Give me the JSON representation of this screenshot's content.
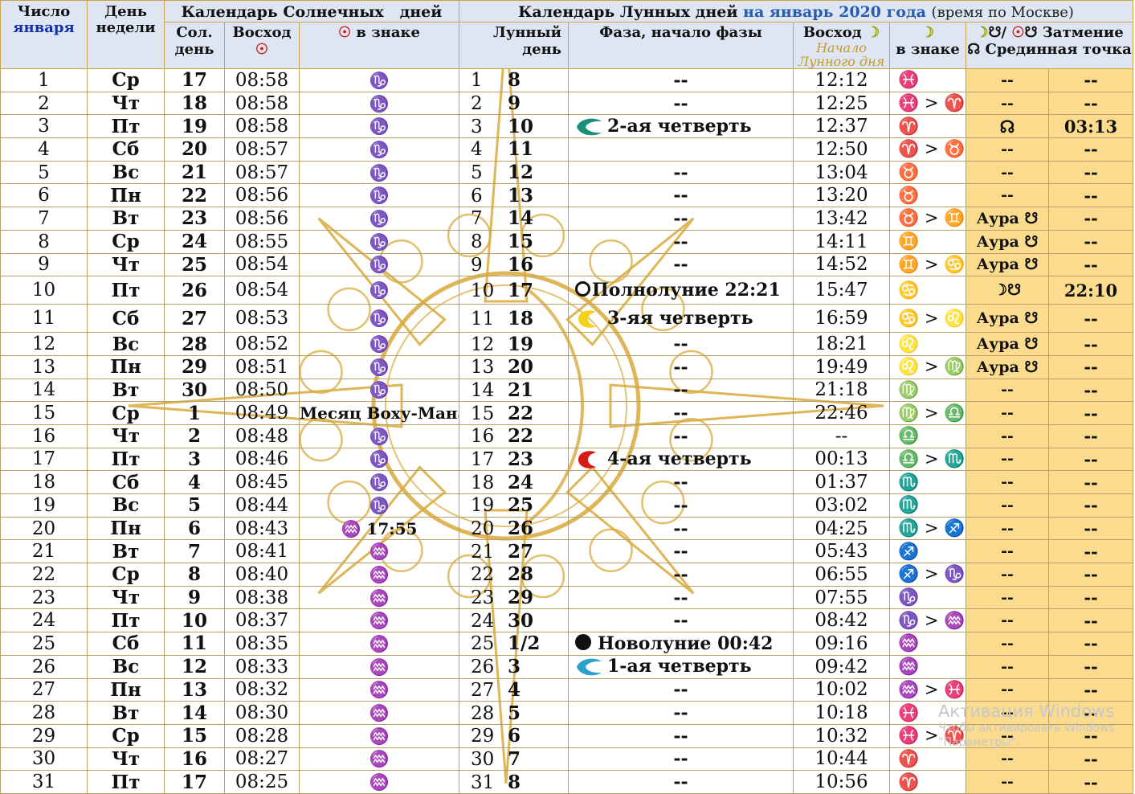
{
  "header": {
    "col_date": [
      "Число",
      "января"
    ],
    "col_weekday": [
      "День",
      "недели"
    ],
    "solar_title": "Календарь Солнечных   дней",
    "lunar_title": "Календарь Лунных дней",
    "lunar_title_month": "на январь 2020 года",
    "lunar_title_tz": "(время по Москве)",
    "col_sol_day": [
      "Сол.",
      "день"
    ],
    "col_sunrise": "Восход",
    "col_sun_sign": "в знаке",
    "col_lunar_day": [
      "Лунный",
      "день"
    ],
    "col_phase": "Фаза, начало фазы",
    "col_moonrise": "Восход",
    "col_moonrise_note": [
      "Начало",
      "Лунного дня"
    ],
    "col_moon_sign": "в знаке",
    "col_eclipse": "Затмение",
    "col_midpoint": "Срединная точка"
  },
  "rows": [
    {
      "d": "1",
      "w": "Ср",
      "s": "17",
      "sr": "08:58",
      "ss": "♑",
      "ld": "1",
      "l": "8",
      "ph": "--",
      "mr": "12:12",
      "ms": "♓",
      "e1": "--",
      "e2": "--"
    },
    {
      "d": "2",
      "w": "Чт",
      "s": "18",
      "sr": "08:58",
      "ss": "♑",
      "ld": "2",
      "l": "9",
      "ph": "--",
      "mr": "12:25",
      "ms": "♓ > ♈",
      "e1": "--",
      "e2": "--"
    },
    {
      "d": "3",
      "w": "Пт",
      "s": "19",
      "sr": "08:58",
      "ss": "♑",
      "ld": "3",
      "l": "10",
      "ph": "2-ая четверть",
      "phi": "q2",
      "mr": "12:37",
      "ms": "♈",
      "e1": "☊",
      "e2": "03:13"
    },
    {
      "d": "4",
      "w": "Сб",
      "s": "20",
      "sr": "08:57",
      "ss": "♑",
      "ld": "4",
      "l": "11",
      "ph": "",
      "mr": "12:50",
      "ms": "♈ > ♉",
      "e1": "--",
      "e2": "--"
    },
    {
      "d": "5",
      "w": "Вс",
      "s": "21",
      "sr": "08:57",
      "ss": "♑",
      "ld": "5",
      "l": "12",
      "ph": "--",
      "mr": "13:04",
      "ms": "♉",
      "e1": "--",
      "e2": "--"
    },
    {
      "d": "6",
      "w": "Пн",
      "s": "22",
      "sr": "08:56",
      "ss": "♑",
      "ld": "6",
      "l": "13",
      "ph": "--",
      "mr": "13:20",
      "ms": "♉",
      "e1": "--",
      "e2": "--"
    },
    {
      "d": "7",
      "w": "Вт",
      "s": "23",
      "sr": "08:56",
      "ss": "♑",
      "ld": "7",
      "l": "14",
      "ph": "--",
      "mr": "13:42",
      "ms": "♉ > ♊",
      "e1": "Аура ☋",
      "e2": "--"
    },
    {
      "d": "8",
      "w": "Ср",
      "s": "24",
      "sr": "08:55",
      "ss": "♑",
      "ld": "8",
      "l": "15",
      "ph": "--",
      "mr": "14:11",
      "ms": "♊",
      "e1": "Аура ☋",
      "e2": "--"
    },
    {
      "d": "9",
      "w": "Чт",
      "s": "25",
      "sr": "08:54",
      "ss": "♑",
      "ld": "9",
      "l": "16",
      "ph": "--",
      "mr": "14:52",
      "ms": "♊ > ♋",
      "e1": "Аура ☋",
      "e2": "--"
    },
    {
      "d": "10",
      "w": "Пт",
      "s": "26",
      "sr": "08:54",
      "ss": "♑",
      "ld": "10",
      "l": "17",
      "ph": "Полнолуние 22:21",
      "phi": "full",
      "mr": "15:47",
      "ms": "♋",
      "e1": "☽☋",
      "e2": "22:10"
    },
    {
      "d": "11",
      "w": "Сб",
      "s": "27",
      "sr": "08:53",
      "ss": "♑",
      "ld": "11",
      "l": "18",
      "ph": "3-яя четверть",
      "phi": "q3",
      "mr": "16:59",
      "ms": "♋ > ♌",
      "e1": "Аура ☋",
      "e2": "--"
    },
    {
      "d": "12",
      "w": "Вс",
      "s": "28",
      "sr": "08:52",
      "ss": "♑",
      "ld": "12",
      "l": "19",
      "ph": "--",
      "mr": "18:21",
      "ms": "♌",
      "e1": "Аура ☋",
      "e2": "--"
    },
    {
      "d": "13",
      "w": "Пн",
      "s": "29",
      "sr": "08:51",
      "ss": "♑",
      "ld": "13",
      "l": "20",
      "ph": "--",
      "mr": "19:49",
      "ms": "♌ > ♍",
      "e1": "Аура ☋",
      "e2": "--"
    },
    {
      "d": "14",
      "w": "Вт",
      "s": "30",
      "sr": "08:50",
      "ss": "♑",
      "ld": "14",
      "l": "21",
      "ph": "--",
      "mr": "21:18",
      "ms": "♍",
      "e1": "--",
      "e2": "--"
    },
    {
      "d": "15",
      "w": "Ср",
      "s": "1",
      "sr": "08:49",
      "ss": "Месяц Воху-Мана",
      "ld": "15",
      "l": "22",
      "ph": "--",
      "mr": "22:46",
      "ms": "♍ > ♎",
      "e1": "--",
      "e2": "--"
    },
    {
      "d": "16",
      "w": "Чт",
      "s": "2",
      "sr": "08:48",
      "ss": "♑",
      "ld": "16",
      "l": "22",
      "ph": "--",
      "mr": "--",
      "ms": "♎",
      "e1": "--",
      "e2": "--"
    },
    {
      "d": "17",
      "w": "Пт",
      "s": "3",
      "sr": "08:46",
      "ss": "♑",
      "ld": "17",
      "l": "23",
      "ph": "4-ая четверть",
      "phi": "q4",
      "mr": "00:13",
      "ms": "♎ > ♏",
      "e1": "--",
      "e2": "--"
    },
    {
      "d": "18",
      "w": "Сб",
      "s": "4",
      "sr": "08:45",
      "ss": "♑",
      "ld": "18",
      "l": "24",
      "ph": "--",
      "mr": "01:37",
      "ms": "♏",
      "e1": "--",
      "e2": "--"
    },
    {
      "d": "19",
      "w": "Вс",
      "s": "5",
      "sr": "08:44",
      "ss": "♑",
      "ld": "19",
      "l": "25",
      "ph": "--",
      "mr": "03:02",
      "ms": "♏",
      "e1": "--",
      "e2": "--"
    },
    {
      "d": "20",
      "w": "Пн",
      "s": "6",
      "sr": "08:43",
      "ss": "♒ 17:55",
      "ld": "20",
      "l": "26",
      "ph": "--",
      "mr": "04:25",
      "ms": "♏ > ♐",
      "e1": "--",
      "e2": "--"
    },
    {
      "d": "21",
      "w": "Вт",
      "s": "7",
      "sr": "08:41",
      "ss": "♒",
      "ld": "21",
      "l": "27",
      "ph": "--",
      "mr": "05:43",
      "ms": "♐",
      "e1": "--",
      "e2": "--"
    },
    {
      "d": "22",
      "w": "Ср",
      "s": "8",
      "sr": "08:40",
      "ss": "♒",
      "ld": "22",
      "l": "28",
      "ph": "--",
      "mr": "06:55",
      "ms": "♐ > ♑",
      "e1": "--",
      "e2": "--"
    },
    {
      "d": "23",
      "w": "Чт",
      "s": "9",
      "sr": "08:38",
      "ss": "♒",
      "ld": "23",
      "l": "29",
      "ph": "--",
      "mr": "07:55",
      "ms": "♑",
      "e1": "--",
      "e2": "--"
    },
    {
      "d": "24",
      "w": "Пт",
      "s": "10",
      "sr": "08:37",
      "ss": "♒",
      "ld": "24",
      "l": "30",
      "ph": "--",
      "mr": "08:42",
      "ms": "♑ > ♒",
      "e1": "--",
      "e2": "--"
    },
    {
      "d": "25",
      "w": "Сб",
      "s": "11",
      "sr": "08:35",
      "ss": "♒",
      "ld": "25",
      "l": "1/2",
      "ph": "Новолуние 00:42",
      "phi": "new",
      "mr": "09:16",
      "ms": "♒",
      "e1": "--",
      "e2": "--"
    },
    {
      "d": "26",
      "w": "Вс",
      "s": "12",
      "sr": "08:33",
      "ss": "♒",
      "ld": "26",
      "l": "3",
      "ph": "1-ая четверть",
      "phi": "q1",
      "mr": "09:42",
      "ms": "♒",
      "e1": "--",
      "e2": "--"
    },
    {
      "d": "27",
      "w": "Пн",
      "s": "13",
      "sr": "08:32",
      "ss": "♒",
      "ld": "27",
      "l": "4",
      "ph": "--",
      "mr": "10:02",
      "ms": "♒ > ♓",
      "e1": "--",
      "e2": "--"
    },
    {
      "d": "28",
      "w": "Вт",
      "s": "14",
      "sr": "08:30",
      "ss": "♒",
      "ld": "28",
      "l": "5",
      "ph": "--",
      "mr": "10:18",
      "ms": "♓",
      "e1": "--",
      "e2": "--"
    },
    {
      "d": "29",
      "w": "Ср",
      "s": "15",
      "sr": "08:28",
      "ss": "♒",
      "ld": "29",
      "l": "6",
      "ph": "--",
      "mr": "10:32",
      "ms": "♓ > ♈",
      "e1": "--",
      "e2": "--"
    },
    {
      "d": "30",
      "w": "Чт",
      "s": "16",
      "sr": "08:27",
      "ss": "♒",
      "ld": "30",
      "l": "7",
      "ph": "--",
      "mr": "10:44",
      "ms": "♈",
      "e1": "--",
      "e2": "--"
    },
    {
      "d": "31",
      "w": "Пт",
      "s": "17",
      "sr": "08:25",
      "ss": "♒",
      "ld": "31",
      "l": "8",
      "ph": "--",
      "mr": "10:56",
      "ms": "♈",
      "e1": "--",
      "e2": "--"
    }
  ],
  "watermark": {
    "line1": "Активация Windows",
    "line2": "Чтобы активировать Windows",
    "line3": "\"Параметры\"."
  },
  "colors": {
    "header_bg": "#dde6f2",
    "solar_accent": "#ec7a1d",
    "lunar_accent": "#1a36b4",
    "eclipse_bg": "#fbdc8e",
    "sun_art": "#d8a93a"
  }
}
